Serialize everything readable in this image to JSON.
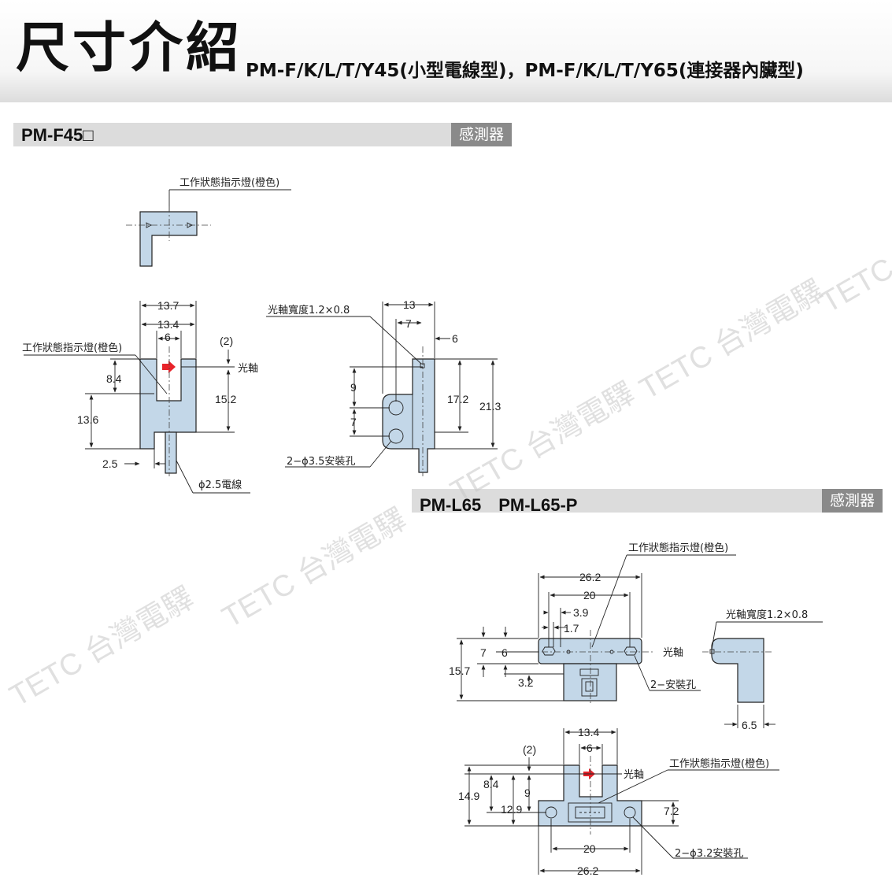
{
  "header": {
    "title": "尺寸介紹",
    "subtitle": "PM-F/K/L/T/Y45(小型電線型)，PM-F/K/L/T/Y65(連接器內臟型)"
  },
  "section1": {
    "title": "PM-F45□",
    "tag": "感測器"
  },
  "section2": {
    "title": "PM-L65　PM-L65-P",
    "tag": "感測器"
  },
  "f45_top": {
    "indicator_label": "工作狀態指示燈(橙色)"
  },
  "f45_front": {
    "indicator_label": "工作狀態指示燈(橙色)",
    "dim_13_7": "13.7",
    "dim_13_4": "13.4",
    "dim_6": "6",
    "dim_2": "(2)",
    "optical_axis": "光軸",
    "dim_8_4": "8.4",
    "dim_15_2": "15.2",
    "dim_13_6": "13.6",
    "dim_2_5": "2.5",
    "cable": "ϕ2.5電線"
  },
  "f45_side": {
    "beam_label": "光軸寬度1.2×0.8",
    "dim_13": "13",
    "dim_7": "7",
    "dim_6": "6",
    "dim_9": "9",
    "dim_7b": "7",
    "dim_17_2": "17.2",
    "dim_21_3": "21.3",
    "holes": "2−ϕ3.5安裝孔"
  },
  "l65_top": {
    "indicator_label": "工作狀態指示燈(橙色)",
    "dim_26_2": "26.2",
    "dim_20": "20",
    "dim_3_9": "3.9",
    "dim_1_7": "1.7",
    "dim_7": "7",
    "dim_6": "6",
    "dim_15_7": "15.7",
    "dim_3_2": "3.2",
    "optical_axis": "光軸",
    "holes": "2−安裝孔"
  },
  "l65_side": {
    "beam_label": "光軸寬度1.2×0.8",
    "dim_6_5": "6.5"
  },
  "l65_front": {
    "dim_13_4": "13.4",
    "dim_6": "6",
    "dim_2": "(2)",
    "optical_axis": "光軸",
    "indicator_label": "工作狀態指示燈(橙色)",
    "dim_8_4": "8.4",
    "dim_14_9": "14.9",
    "dim_9": "9",
    "dim_12_9": "12.9",
    "dim_7_2": "7.2",
    "dim_20": "20",
    "dim_26_2": "26.2",
    "holes": "2−ϕ3.2安裝孔"
  },
  "watermark": "TETC 台灣電驛",
  "colors": {
    "body_fill": "#c3d7e8",
    "indicator": "#e8232a",
    "bar": "#dcdcdc",
    "tag": "#8a8a8a"
  }
}
